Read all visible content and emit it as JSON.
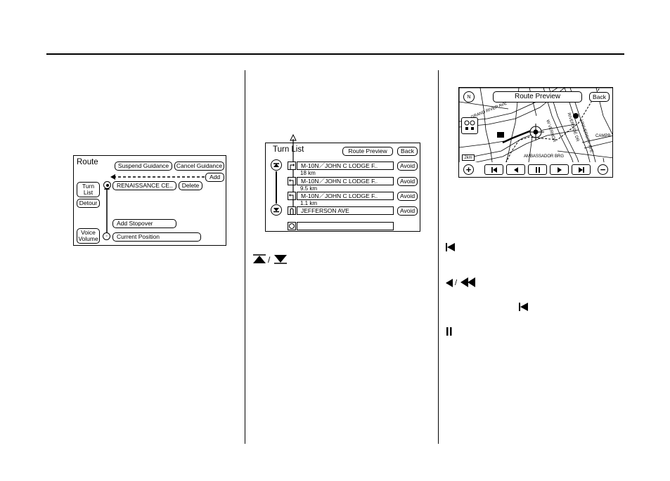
{
  "route_screen": {
    "title": "Route",
    "suspend": "Suspend Guidance",
    "cancel": "Cancel Guidance",
    "add": "Add",
    "turn_list": "Turn List",
    "destination": "RENAISSANCE CE..",
    "delete": "Delete",
    "detour": "Detour",
    "add_stopover": "Add Stopover",
    "voice_volume": "Voice Volume",
    "current_position": "Current Position"
  },
  "turn_list_screen": {
    "title": "Turn List",
    "route_preview": "Route Preview",
    "back": "Back",
    "rows": [
      {
        "street": "M-10N／JOHN C LODGE F..",
        "avoid": "Avoid",
        "distance": "18  km"
      },
      {
        "street": "M-10N／JOHN C LODGE F..",
        "avoid": "Avoid",
        "distance": "9.5  km"
      },
      {
        "street": "M-10N／JOHN C LODGE F..",
        "avoid": "Avoid",
        "distance": "1.1  km"
      },
      {
        "street": "JEFFERSON AVE",
        "avoid": "Avoid",
        "distance": ""
      }
    ]
  },
  "preview_screen": {
    "title": "Route Preview",
    "back": "Back",
    "distance": "2km",
    "map_labels": [
      "GRAND RIVER AVE",
      "W VERNOR",
      "RIVERSIDE DR",
      "UNIVERSITY AVE",
      "AMBASSADOR BRG",
      "CAMPB"
    ]
  },
  "body": {
    "up_down_separator": "/",
    "rewind_separator": "/"
  }
}
